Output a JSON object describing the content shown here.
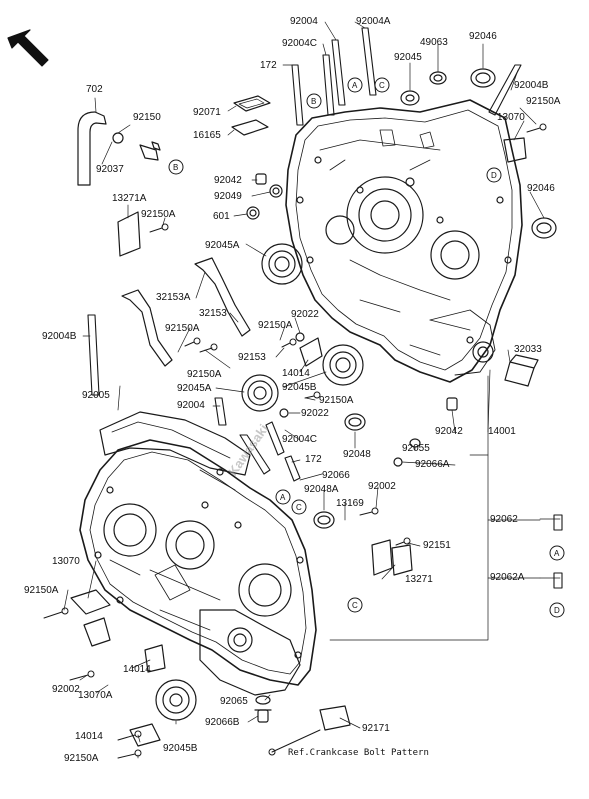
{
  "labels": {
    "l92004": "92004",
    "l92004A": "92004A",
    "l92004C_top": "92004C",
    "l49063": "49063",
    "l92046_top": "92046",
    "l172_top": "172",
    "l92045_top": "92045",
    "l702": "702",
    "l92150": "92150",
    "l92037": "92037",
    "l92071": "92071",
    "l16165": "16165",
    "l92004B_r": "92004B",
    "l92150A_r": "92150A",
    "l13070_r": "13070",
    "l92042_top": "92042",
    "l92049": "92049",
    "l601": "601",
    "l13271A": "13271A",
    "l92150A_l": "92150A",
    "l92046_r": "92046",
    "l92045A_top": "92045A",
    "l32153A": "32153A",
    "l32153": "32153",
    "l92150A_m": "92150A",
    "l92022_top": "92022",
    "l92150A_m2": "92150A",
    "l92004B_l": "92004B",
    "l92153": "92153",
    "l32033": "32033",
    "l14014_m": "14014",
    "l92150A_l2": "92150A",
    "l92045A_m": "92045A",
    "l92045B_m": "92045B",
    "l92150A_m3": "92150A",
    "l92005": "92005",
    "l92004_m": "92004",
    "l92022_m": "92022",
    "l92042_m": "92042",
    "l14001": "14001",
    "l92048": "92048",
    "l92055": "92055",
    "l92004C_m": "92004C",
    "l92066A": "92066A",
    "l172_m": "172",
    "l92066": "92066",
    "l92048A": "92048A",
    "l92002_top": "92002",
    "l13169": "13169",
    "l92062": "92062",
    "l13070_l": "13070",
    "l92151": "92151",
    "l13271": "13271",
    "l92062A": "92062A",
    "l92150A_bl": "92150A",
    "l14014_b": "14014",
    "l92002_b": "92002",
    "l13070A": "13070A",
    "l92065": "92065",
    "l14014_b2": "14014",
    "l92066B": "92066B",
    "l92171": "92171",
    "l92045B_b": "92045B",
    "l92150A_b": "92150A"
  },
  "callouts": {
    "A": "A",
    "B": "B",
    "C": "C",
    "D": "D"
  },
  "note": "Ref.Crankcase Bolt Pattern",
  "watermark": "Kawasaki"
}
